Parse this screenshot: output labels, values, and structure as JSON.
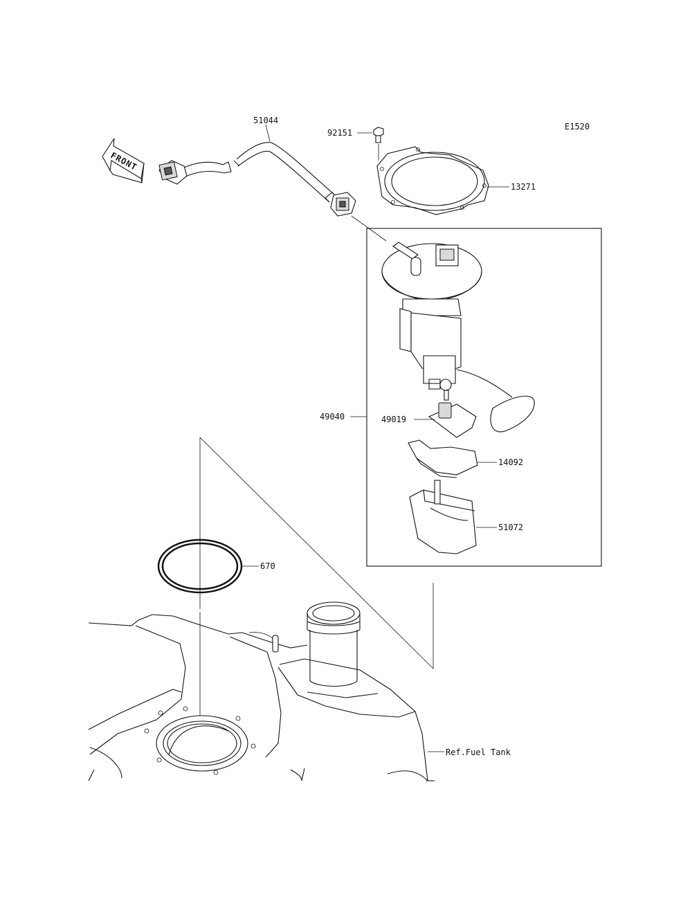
{
  "diagram": {
    "code": "E1520",
    "front_label": "FRONT",
    "parts": {
      "hose": "51044",
      "bolt": "92151",
      "gasket": "13271",
      "pump_assembly": "49040",
      "filter": "49019",
      "bracket": "14092",
      "cup": "51072",
      "o_ring": "670",
      "tank_ref": "Ref.Fuel Tank"
    }
  }
}
